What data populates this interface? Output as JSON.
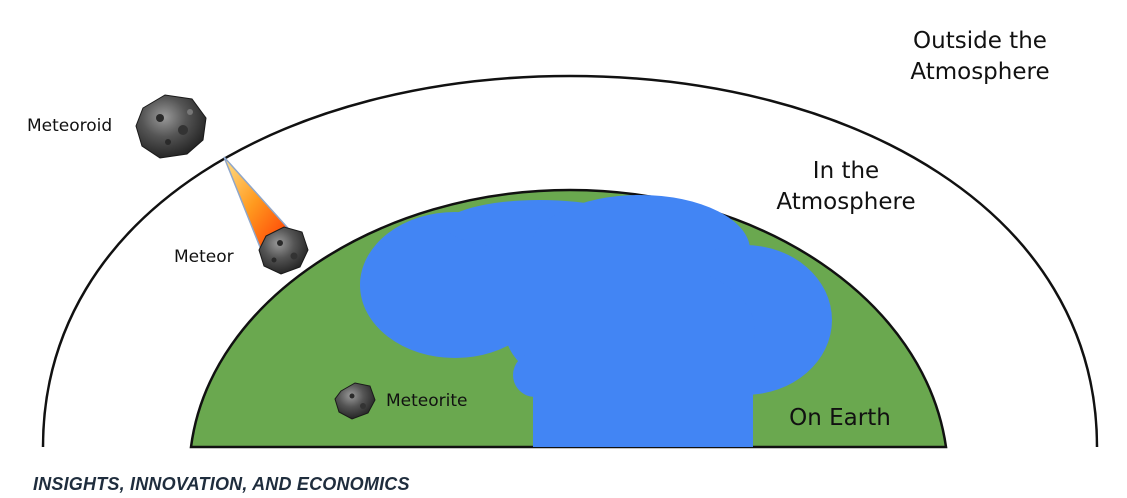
{
  "labels": {
    "outside": [
      "Outside the",
      "Atmosphere"
    ],
    "inside": [
      "In the",
      "Atmosphere"
    ],
    "on_earth": "On Earth",
    "meteoroid": "Meteoroid",
    "meteor": "Meteor",
    "meteorite": "Meteorite"
  },
  "footer": "INSIGHTS, INNOVATION, AND ECONOMICS",
  "colors": {
    "land": "#6aa84f",
    "water": "#4285f4",
    "outline": "#111111",
    "rock": "#4a4a4a",
    "flame_outer": "#f6b26b",
    "flame_inner": "#ff3300"
  }
}
